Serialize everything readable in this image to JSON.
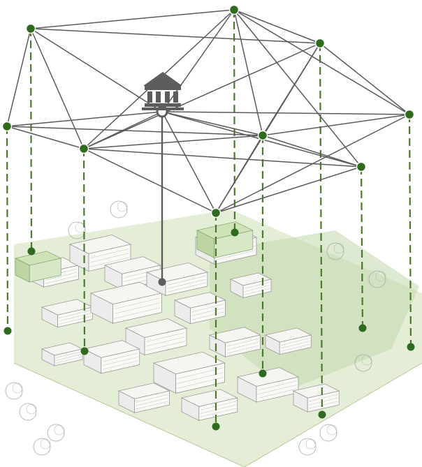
{
  "diagram": {
    "type": "network-over-isometric-city",
    "colors": {
      "edge": "#5a5a5a",
      "node": "#2f6b1f",
      "node_stroke": "#ffffff",
      "drop_line": "#4b7a2a",
      "ground": "#dbe8c8",
      "ground_dark": "#c7dbb0",
      "building_line": "#9a9a9a",
      "building_fill": "#f5f6f1",
      "hub": "#5d5d5d"
    },
    "nodes": [
      {
        "id": "n1"
      },
      {
        "id": "n2"
      },
      {
        "id": "n3"
      },
      {
        "id": "n4"
      },
      {
        "id": "n5"
      },
      {
        "id": "n6"
      },
      {
        "id": "n7"
      },
      {
        "id": "n8"
      },
      {
        "id": "n9"
      }
    ],
    "edges": [
      [
        "n1",
        "n2"
      ],
      [
        "n1",
        "n3"
      ],
      [
        "n1",
        "n4"
      ],
      [
        "n1",
        "n5"
      ],
      [
        "n1",
        "hub"
      ],
      [
        "n2",
        "n3"
      ],
      [
        "n2",
        "n6"
      ],
      [
        "n2",
        "hub"
      ],
      [
        "n2",
        "n9"
      ],
      [
        "n2",
        "n8"
      ],
      [
        "n2",
        "n5"
      ],
      [
        "n3",
        "n6"
      ],
      [
        "n3",
        "n5"
      ],
      [
        "n3",
        "n8"
      ],
      [
        "n3",
        "n7"
      ],
      [
        "n4",
        "n5"
      ],
      [
        "n4",
        "hub"
      ],
      [
        "n4",
        "n8"
      ],
      [
        "n5",
        "n9"
      ],
      [
        "n5",
        "n8"
      ],
      [
        "n5",
        "n7"
      ],
      [
        "n5",
        "hub"
      ],
      [
        "hub",
        "n6"
      ],
      [
        "hub",
        "n8"
      ],
      [
        "hub",
        "n7"
      ],
      [
        "hub",
        "n9"
      ],
      [
        "n6",
        "n8"
      ],
      [
        "n6",
        "n7"
      ],
      [
        "n8",
        "n9"
      ],
      [
        "n8",
        "n7"
      ],
      [
        "n9",
        "n7"
      ]
    ],
    "hub": {
      "icon": "government-building-icon"
    }
  }
}
